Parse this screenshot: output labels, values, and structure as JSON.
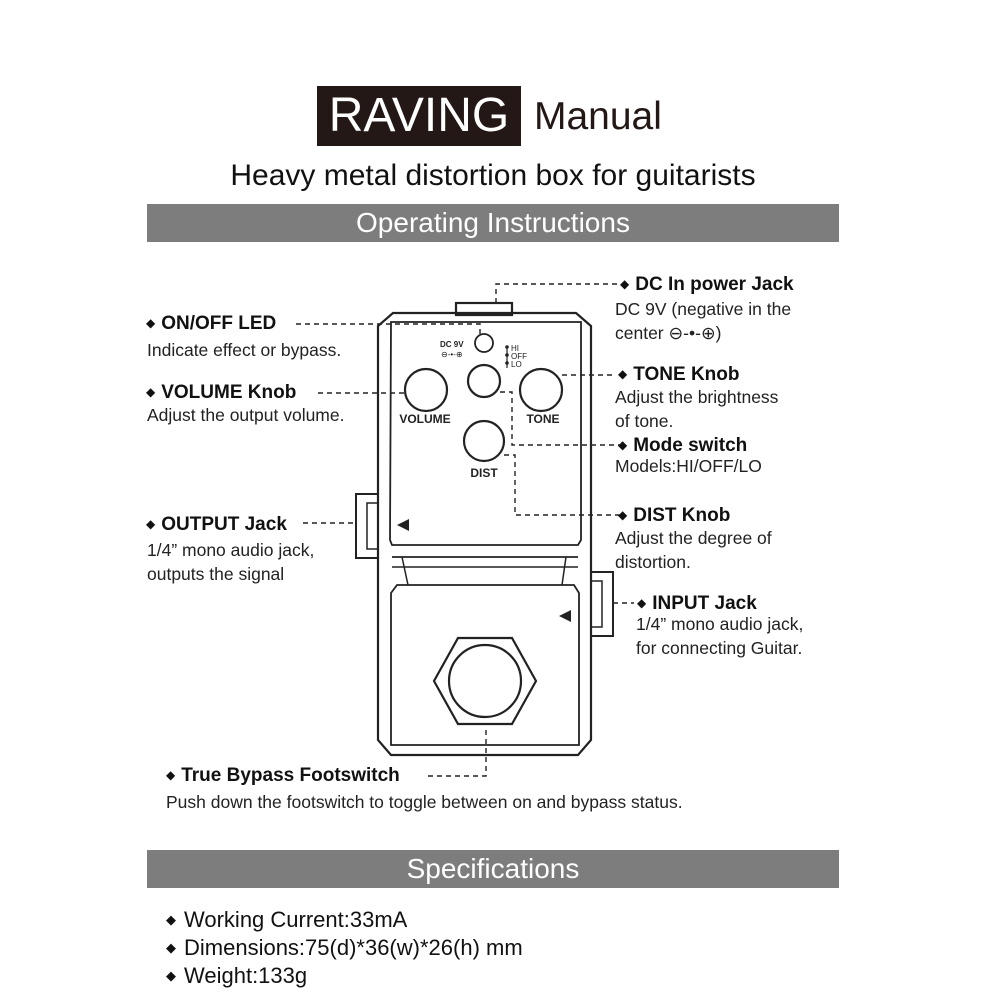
{
  "header": {
    "brand": "RAVING",
    "manual": "Manual",
    "subtitle": "Heavy metal distortion box for guitarists"
  },
  "operating_title": "Operating Instructions",
  "pedal_labels": {
    "dc": "DC 9V",
    "volume": "VOLUME",
    "tone": "TONE",
    "dist": "DIST",
    "hi": "HI",
    "off": "OFF",
    "lo": "LO"
  },
  "callouts": {
    "dc_jack": {
      "title": "DC In power Jack",
      "lines": [
        "DC 9V (negative in the",
        "center ⊖-•-⊕)"
      ]
    },
    "led": {
      "title": "ON/OFF LED",
      "lines": [
        "Indicate effect or bypass."
      ]
    },
    "tone": {
      "title": "TONE Knob",
      "lines": [
        "Adjust the brightness",
        "of tone."
      ]
    },
    "volume": {
      "title": "VOLUME Knob",
      "lines": [
        "Adjust the output volume."
      ]
    },
    "mode": {
      "title": "Mode switch",
      "lines": [
        "Models:HI/OFF/LO"
      ]
    },
    "output": {
      "title": "OUTPUT Jack",
      "lines": [
        "1/4” mono audio jack,",
        "outputs the signal"
      ]
    },
    "dist": {
      "title": "DIST Knob",
      "lines": [
        "Adjust the degree of",
        "distortion."
      ]
    },
    "input": {
      "title": "INPUT Jack",
      "lines": [
        "1/4” mono audio jack,",
        "for connecting Guitar."
      ]
    },
    "footswitch": {
      "title": "True Bypass Footswitch",
      "lines": [
        "Push down the footswitch to toggle between on and bypass status."
      ]
    }
  },
  "specifications_title": "Specifications",
  "specs": [
    "Working Current:33mA",
    "Dimensions:75(d)*36(w)*26(h) mm",
    "Weight:133g"
  ],
  "colors": {
    "bar": "#7d7d7d",
    "brand": "#231815",
    "text": "#111111"
  }
}
